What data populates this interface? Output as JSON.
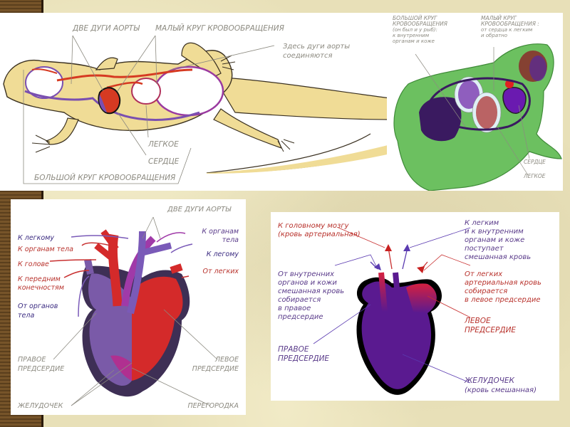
{
  "lizard_diagram": {
    "labels": {
      "two_aortic_arches": "ДВЕ ДУГИ АОРТЫ",
      "pulmonary_circulation": "МАЛЫЙ КРУГ КРОВООБРАЩЕНИЯ",
      "arches_join_line1": "Здесь дуги аорты",
      "arches_join_line2": "соединяются",
      "lung": "ЛЕГКОЕ",
      "heart": "СЕРДЦЕ",
      "systemic_circulation": "БОЛЬШОЙ КРУГ КРОВООБРАЩЕНИЯ"
    },
    "colors": {
      "body": "#f0dc96",
      "arterial": "#d63a22",
      "venous": "#7a4fb0",
      "mixed": "#9a3aa0"
    }
  },
  "frog_diagram": {
    "labels": {
      "systemic_line1": "БОЛЬШОЙ КРУГ",
      "systemic_line2": "КРОВООБРАЩЕНИЯ",
      "systemic_line3": "(он был и у рыб):",
      "systemic_line4": "к внутренним",
      "systemic_line5": "органам и коже",
      "pulmonary_line1": "МАЛЫЙ КРУГ",
      "pulmonary_line2": "КРОВООБРАЩЕНИЯ :",
      "pulmonary_line3": "от сердца к легким",
      "pulmonary_line4": "и обратно",
      "heart": "СЕРДЦЕ",
      "lung": "ЛЕГКОЕ"
    },
    "colors": {
      "body": "#6cc060",
      "outline": "#3f8a38",
      "vessels": "#3a1a60"
    }
  },
  "reptile_heart": {
    "labels": {
      "two_aortic_arches": "ДВЕ ДУГИ АОРТЫ",
      "to_lung_left": "К легкому",
      "to_body_organs_left": "К органам тела",
      "to_head": "К голове",
      "to_forelimbs_line1": "К передним",
      "to_forelimbs_line2": "конечностям",
      "from_body_organs_line1": "От органов",
      "from_body_organs_line2": "тела",
      "right_atrium_line1": "ПРАВОЕ",
      "right_atrium_line2": "ПРЕДСЕРДИЕ",
      "ventricle": "ЖЕЛУДОЧЕК",
      "to_body_organs_right_line1": "К органам",
      "to_body_organs_right_line2": "тела",
      "to_lung_right": "К легому",
      "from_lungs": "От легких",
      "left_atrium_line1": "ЛЕВОЕ",
      "left_atrium_line2": "ПРЕДСЕРДИЕ",
      "septum": "ПЕРЕГОРОДКА"
    }
  },
  "amphibian_heart": {
    "labels": {
      "to_brain_line1": "К головному мозгу",
      "to_brain_line2": "(кровь артериальная)",
      "to_lungs_line1": "К легким",
      "to_lungs_line2": "и к внутренним",
      "to_lungs_line3": "органам и коже",
      "to_lungs_line4": "поступает",
      "to_lungs_line5": "смешанная кровь",
      "from_organs_line1": "От внутренних",
      "from_organs_line2": "органов и кожи",
      "from_organs_line3": "смешанная кровь",
      "from_organs_line4": "собирается",
      "from_organs_line5": "в правое",
      "from_organs_line6": "предсердие",
      "from_lungs_line1": "От легких",
      "from_lungs_line2": "артериальная кровь",
      "from_lungs_line3": "собирается",
      "from_lungs_line4": "в левое предсердие",
      "left_atrium_line1": "ЛЕВОЕ",
      "left_atrium_line2": "ПРЕДСЕРДИЕ",
      "right_atrium_line1": "ПРАВОЕ",
      "right_atrium_line2": "ПРЕДСЕРДИЕ",
      "ventricle_line1": "ЖЕЛУДОЧЕК",
      "ventricle_line2": "(кровь смешанная)"
    }
  }
}
